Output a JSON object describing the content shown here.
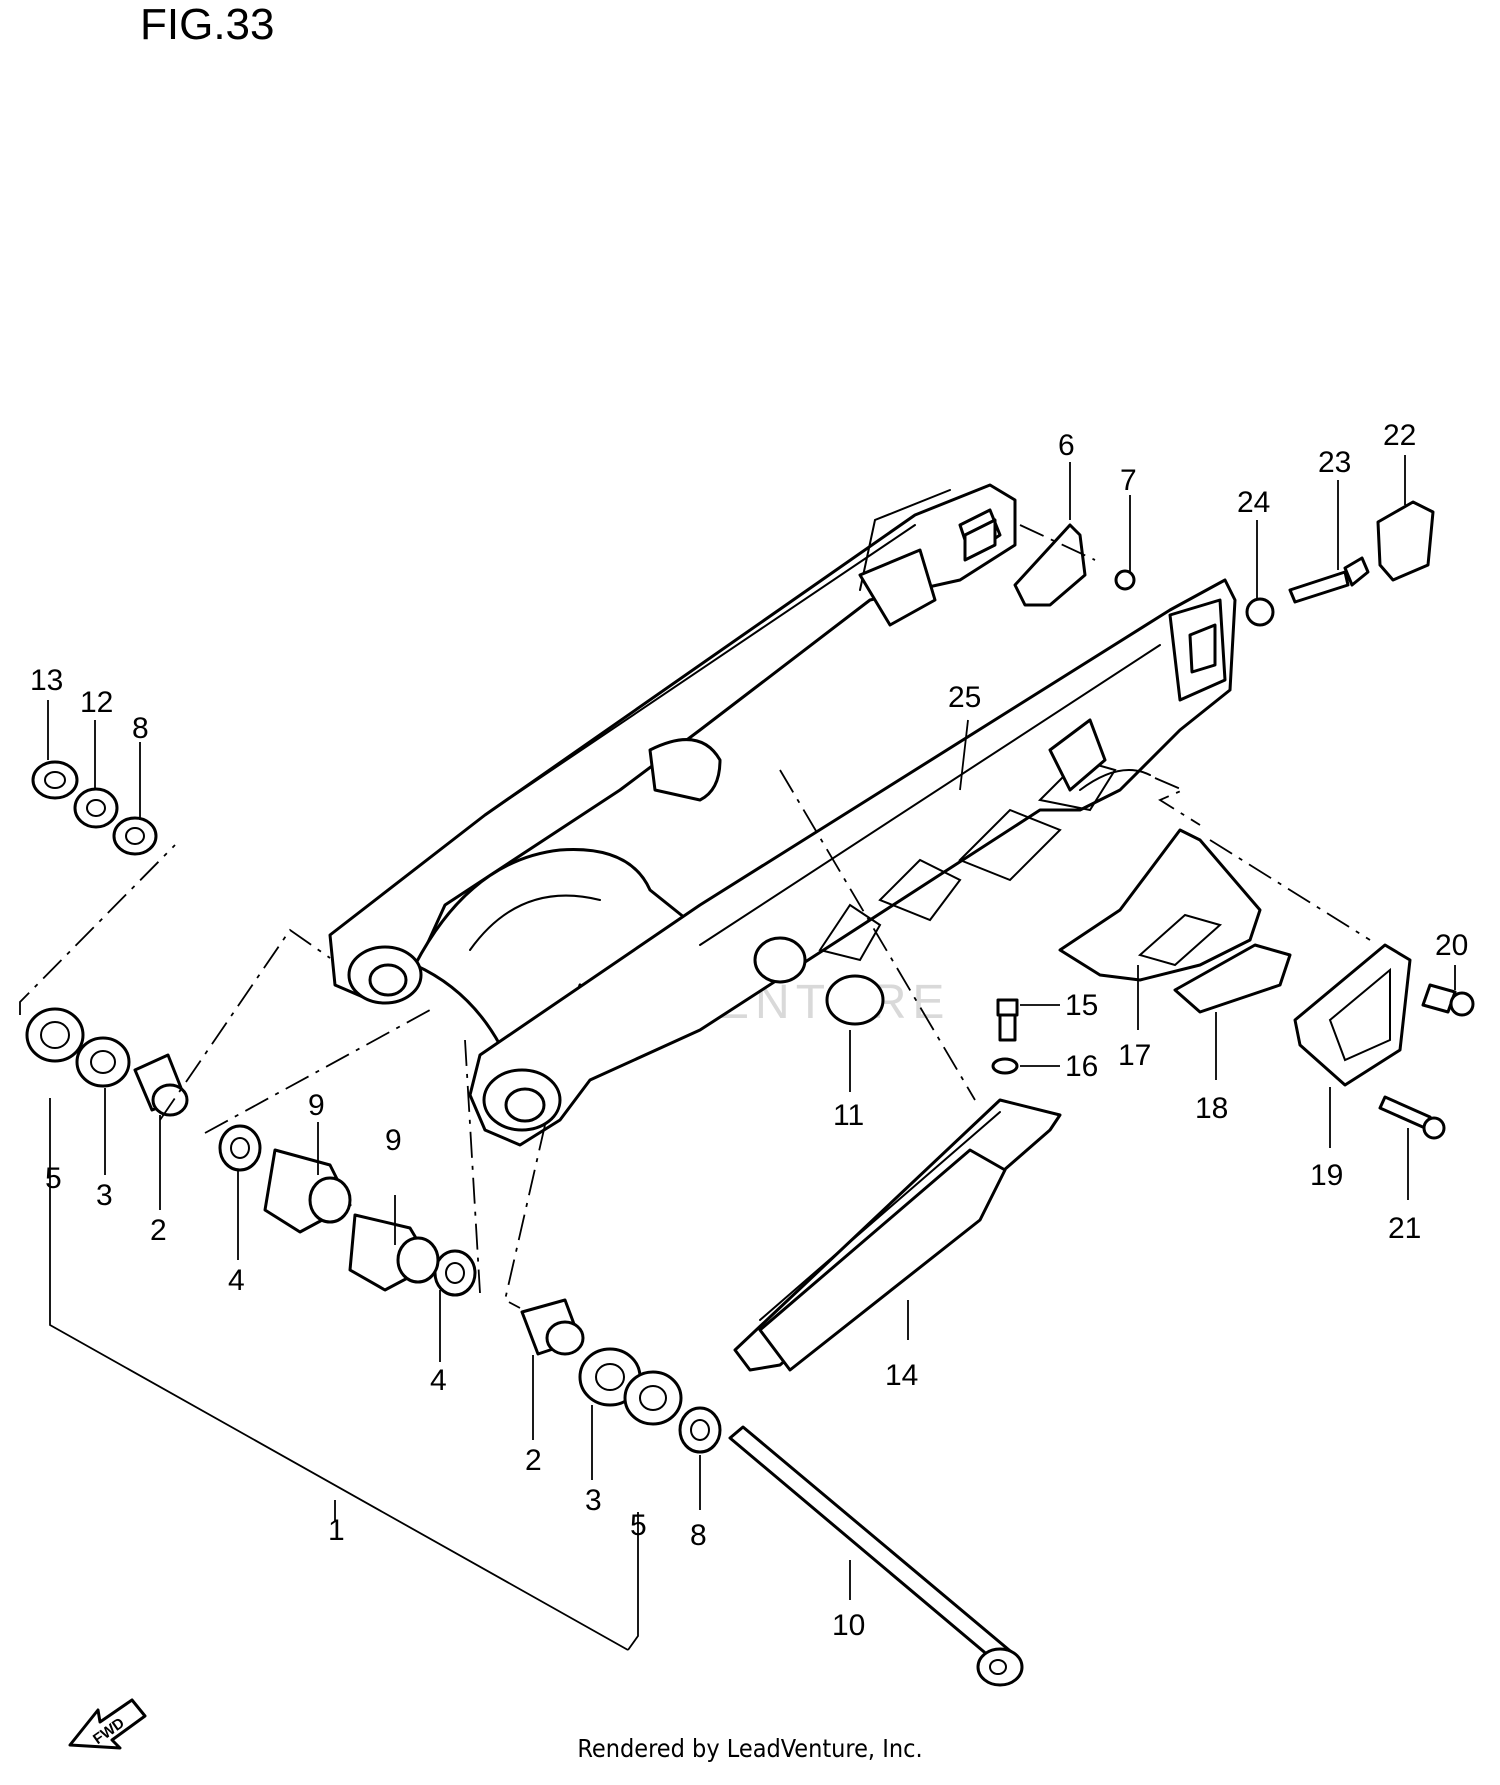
{
  "figure": {
    "title": "FIG.33",
    "footer": "Rendered by LeadVenture, Inc.",
    "watermark": "LEADVENTURE",
    "fwd_label": "FWD"
  },
  "callouts": [
    {
      "id": "c1",
      "text": "1"
    },
    {
      "id": "c2a",
      "text": "2"
    },
    {
      "id": "c2b",
      "text": "2"
    },
    {
      "id": "c3a",
      "text": "3"
    },
    {
      "id": "c3b",
      "text": "3"
    },
    {
      "id": "c4a",
      "text": "4"
    },
    {
      "id": "c4b",
      "text": "4"
    },
    {
      "id": "c5a",
      "text": "5"
    },
    {
      "id": "c5b",
      "text": "5"
    },
    {
      "id": "c6",
      "text": "6"
    },
    {
      "id": "c7",
      "text": "7"
    },
    {
      "id": "c8a",
      "text": "8"
    },
    {
      "id": "c8b",
      "text": "8"
    },
    {
      "id": "c9a",
      "text": "9"
    },
    {
      "id": "c9b",
      "text": "9"
    },
    {
      "id": "c10",
      "text": "10"
    },
    {
      "id": "c11",
      "text": "11"
    },
    {
      "id": "c12",
      "text": "12"
    },
    {
      "id": "c13",
      "text": "13"
    },
    {
      "id": "c14",
      "text": "14"
    },
    {
      "id": "c15",
      "text": "15"
    },
    {
      "id": "c16",
      "text": "16"
    },
    {
      "id": "c17",
      "text": "17"
    },
    {
      "id": "c18",
      "text": "18"
    },
    {
      "id": "c19",
      "text": "19"
    },
    {
      "id": "c20",
      "text": "20"
    },
    {
      "id": "c21",
      "text": "21"
    },
    {
      "id": "c22",
      "text": "22"
    },
    {
      "id": "c23",
      "text": "23"
    },
    {
      "id": "c24",
      "text": "24"
    },
    {
      "id": "c25",
      "text": "25"
    }
  ]
}
